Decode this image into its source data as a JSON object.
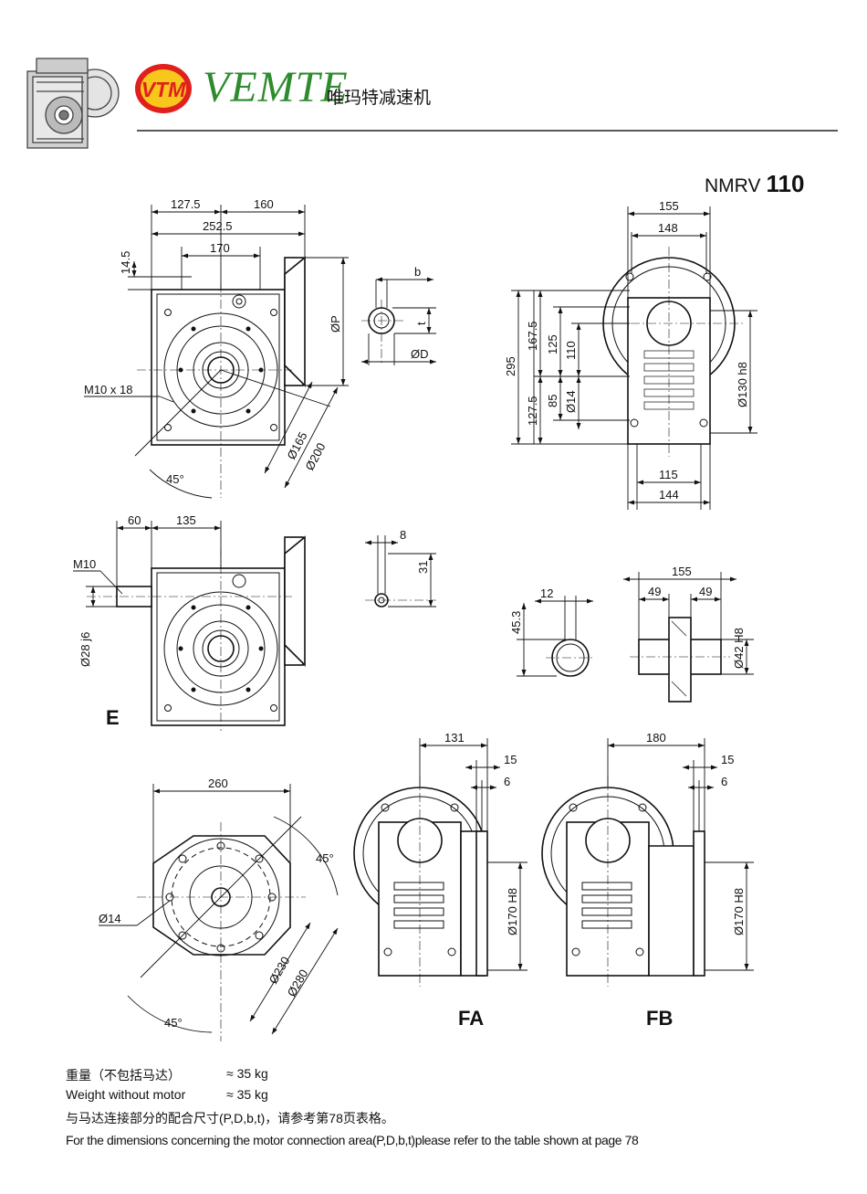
{
  "header": {
    "brand_name": "VEMTE",
    "brand_chinese": "唯玛特减速机",
    "logo_text": "VTM",
    "model_prefix": "NMRV",
    "model_number": "110",
    "brand_color": "#2e8b2e",
    "logo_color": "#e0201c"
  },
  "dimensions": {
    "top_view": {
      "d1275": "127.5",
      "d160": "160",
      "d2525": "252.5",
      "d170": "170",
      "d145": "14.5",
      "dP": "ØP",
      "b": "b",
      "t": "t",
      "dD": "ØD",
      "m10x18": "M10 x 18",
      "d45": "45°",
      "d165": "Ø165",
      "d200": "Ø200"
    },
    "side_view": {
      "d155": "155",
      "d148": "148",
      "d295": "295",
      "d1675": "167.5",
      "d125": "125",
      "d110": "110",
      "d1275": "127.5",
      "d85": "85",
      "d14": "Ø14",
      "d130h8": "Ø130 h8",
      "d115": "115",
      "d144": "144"
    },
    "e_view": {
      "d60": "60",
      "d135": "135",
      "m10": "M10",
      "d28j6": "Ø28 j6",
      "d8": "8",
      "d31": "31",
      "label": "E"
    },
    "shaft_view": {
      "d12": "12",
      "d453": "45.3",
      "d155": "155",
      "d49a": "49",
      "d49b": "49",
      "d42h8": "Ø42 H8"
    },
    "flange_view": {
      "d260": "260",
      "d45a": "45°",
      "d14": "Ø14",
      "d230": "Ø230",
      "d280": "Ø280",
      "d45b": "45°"
    },
    "fa_view": {
      "d131": "131",
      "d15": "15",
      "d6": "6",
      "d170h8": "Ø170 H8",
      "label": "FA"
    },
    "fb_view": {
      "d180": "180",
      "d15": "15",
      "d6": "6",
      "d170h8": "Ø170 H8",
      "label": "FB"
    }
  },
  "footer": {
    "weight_cn": "重量（不包括马达）",
    "weight_cn_value": "≈ 35 kg",
    "weight_en": "Weight without motor",
    "weight_en_value": "≈ 35 kg",
    "note_cn": "与马达连接部分的配合尺寸(P,D,b,t)，请参考第78页表格。",
    "note_en": "For the dimensions concerning the motor connection area(P,D,b,t)please refer to the table shown at page 78"
  }
}
